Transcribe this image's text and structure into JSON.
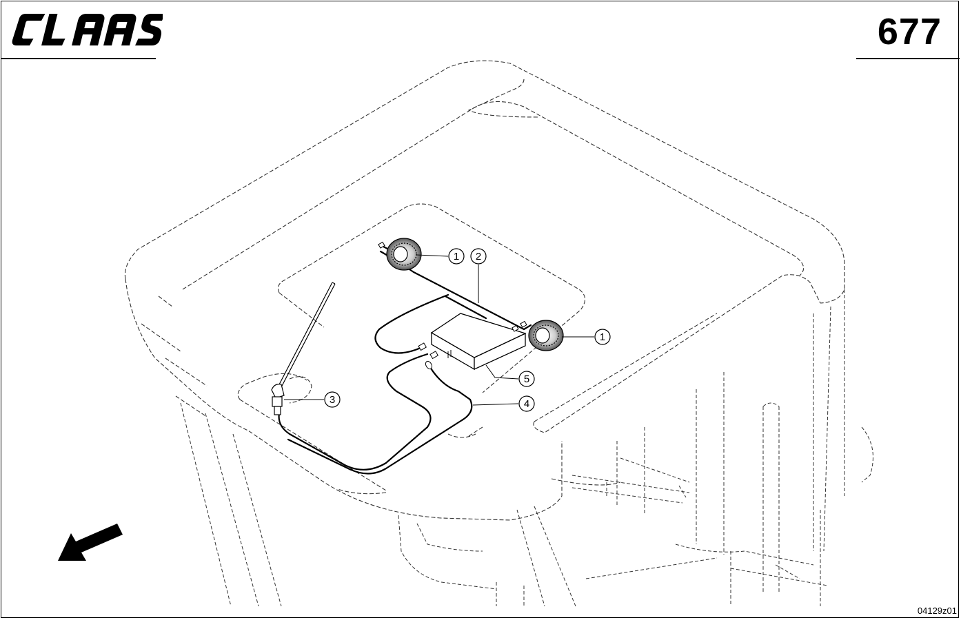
{
  "header": {
    "brand": "CLAAS",
    "page_number": "677"
  },
  "callouts": [
    {
      "id": "callout-1a",
      "label": "1"
    },
    {
      "id": "callout-2",
      "label": "2"
    },
    {
      "id": "callout-1b",
      "label": "1"
    },
    {
      "id": "callout-5",
      "label": "5"
    },
    {
      "id": "callout-3",
      "label": "3"
    },
    {
      "id": "callout-4",
      "label": "4"
    }
  ],
  "footer": {
    "drawing_id": "04129z01"
  },
  "icons": [
    "direction-arrow-icon"
  ],
  "colors": {
    "ink": "#000000",
    "background": "#ffffff"
  }
}
